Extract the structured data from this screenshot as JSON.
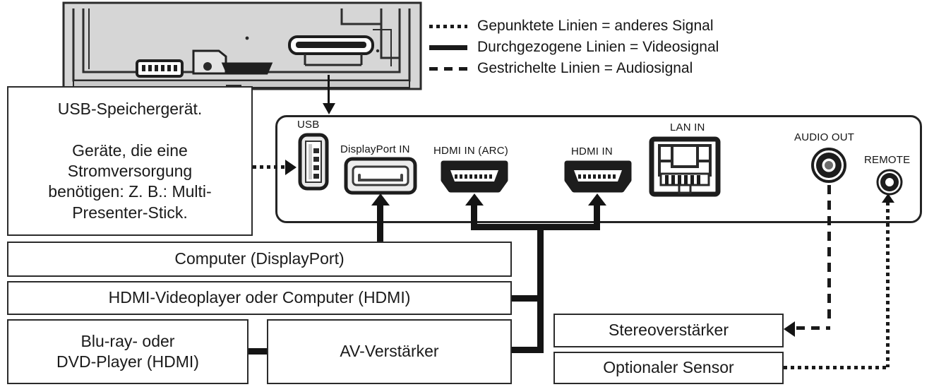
{
  "legend": {
    "rows": [
      {
        "style": "dotted",
        "label": "Gepunktete Linien = anderes Signal"
      },
      {
        "style": "solid",
        "label": "Durchgezogene Linien = Videosignal"
      },
      {
        "style": "dashed",
        "label": "Gestrichelte Linien = Audiosignal"
      }
    ]
  },
  "panel": {
    "ports": [
      {
        "name": "usb",
        "label": "USB"
      },
      {
        "name": "displayport",
        "label": "DisplayPort IN"
      },
      {
        "name": "hdmi-arc",
        "label": "HDMI IN (ARC)"
      },
      {
        "name": "hdmi",
        "label": "HDMI IN"
      },
      {
        "name": "lan",
        "label": "LAN IN"
      },
      {
        "name": "audio-out",
        "label": "AUDIO OUT"
      },
      {
        "name": "remote",
        "label": "REMOTE"
      }
    ]
  },
  "boxes": {
    "usb_note": {
      "line1": "USB-Speichergerät.",
      "line2": "Geräte, die eine",
      "line3": "Stromversorgung",
      "line4": "benötigen: Z. B.: Multi-",
      "line5": "Presenter-Stick."
    },
    "computer_displayport": "Computer (DisplayPort)",
    "hdmi_player": "HDMI-Videoplayer oder Computer (HDMI)",
    "bluray": {
      "line1": "Blu-ray- oder",
      "line2": "DVD-Player (HDMI)"
    },
    "av_amplifier": "AV-Verstärker",
    "stereo_amplifier": "Stereoverstärker",
    "optional_sensor": "Optionaler Sensor"
  },
  "colors": {
    "ink": "#1a1a1a",
    "panel_border": "#242424",
    "device_fill": "#d8d8d8"
  }
}
